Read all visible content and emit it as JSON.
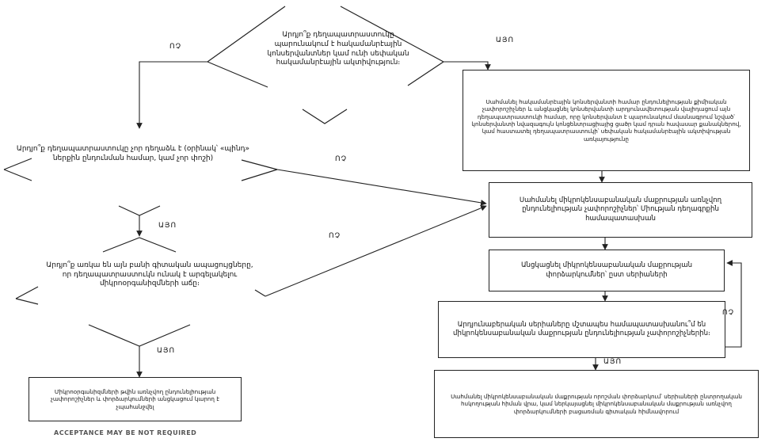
{
  "decisions": {
    "d1": "Արդյո՞ք դեղապատրաստուկը պարունակում է հակամանրէային կոնսերվանտներ կամ ունի սեփական հակամանրէային ակտիվություն։",
    "d2": "Արդյո՞ք դեղապատրաստուկը չոր դեղաձև է (օրինակ՝ «պինդ» ներքին ընդունման համար, կամ չոր փոշի)",
    "d3": "Արդյո՞ք առկա են այն բանի գիտական ապացույցները, որ դեղապատրաստուկն ունակ է արգելակելու միկրոօրգանիզմների աճը։"
  },
  "boxes": {
    "b1": "Սահմանել հակամանրէային կոնսերվանտի համար ընդունելիության քիմիական չափորոշիչներ և անցկացնել կոնսերվանտի արդյունավետության վալիդացում այն դեղապատրաստուկի համար, որը կոնսերվանտ է պարունակում մասնագրում նշված՝ կոնսերվանտի նվազագույն կոնցենտրացիայից ցածր կամ դրան հավասար քանակներով, կամ հաստատել դեղապատրաստուկի՝ սեփական հակամանրէային ակտիվության առկայությունը",
    "b2": "Սահմանել միկրոկենսաբանական մաքրության առնչվող ընդունելիության չափորոշիչներ՝ Միության դեղագրքին համապատասխան",
    "b3": "Անցկացնել միկրոկենսաբանական մաքրության փորձարկումներ՝ ըստ սերիաների",
    "b4": "Արդյունաբերական սերիաները մշտապես համապատասխանու՞մ են միկրոկենսաբանական մաքրության ընդունելիության չափորոշիչներին։",
    "b5": "Սահմանել միկրոկենսաբանական մաքրության որոշման փորձարկում՝ սերիաների ընտրողական հսկողության հիման վրա, կամ ներկայացնել միկրոկենսաբանական մաքրության առնչվող փորձարկումների բացառման գիտական հիմնավորում",
    "b6": "Միկրոօրգանիզմների թվին առնչվող ընդունելիության չափորոշիչներ և փորձարկումների անցկացում կարող է չպահանջվել"
  },
  "labels": {
    "no": "ՈՉ",
    "yes": "ԱՅՈ"
  },
  "ghost_text": "ACCEPTANCE MAY BE NOT REQUIRED"
}
